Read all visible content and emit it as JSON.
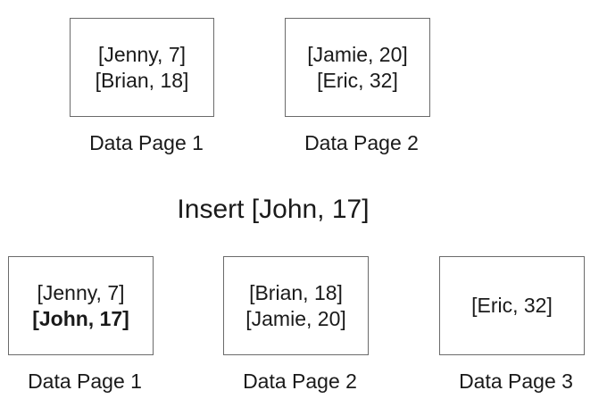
{
  "before": {
    "pages": [
      {
        "label": "Data Page 1",
        "records": [
          {
            "text": "[Jenny, 7]",
            "bold": false
          },
          {
            "text": "[Brian, 18]",
            "bold": false
          }
        ]
      },
      {
        "label": "Data Page 2",
        "records": [
          {
            "text": "[Jamie, 20]",
            "bold": false
          },
          {
            "text": "[Eric, 32]",
            "bold": false
          }
        ]
      }
    ]
  },
  "operation": {
    "label": "Insert [John, 17]"
  },
  "after": {
    "pages": [
      {
        "label": "Data Page 1",
        "records": [
          {
            "text": "[Jenny, 7]",
            "bold": false
          },
          {
            "text": "[John, 17]",
            "bold": true
          }
        ]
      },
      {
        "label": "Data Page 2",
        "records": [
          {
            "text": "[Brian, 18]",
            "bold": false
          },
          {
            "text": "[Jamie, 20]",
            "bold": false
          }
        ]
      },
      {
        "label": "Data Page 3",
        "records": [
          {
            "text": "[Eric, 32]",
            "bold": false
          }
        ]
      }
    ]
  }
}
